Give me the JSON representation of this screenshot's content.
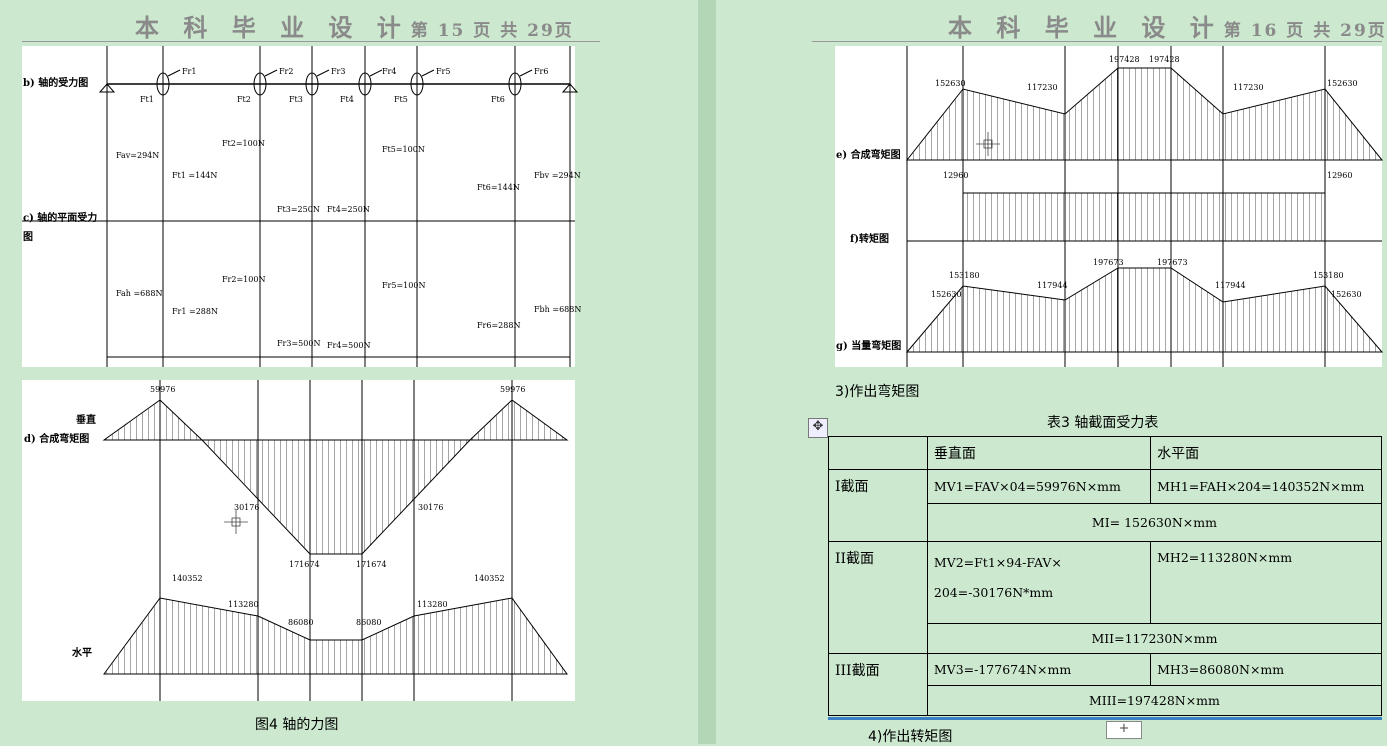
{
  "left_page": {
    "header": {
      "title": "本 科 毕 业 设 计",
      "page_info": "第 15 页 共 29页"
    },
    "fig1": {
      "label_b": "b) 轴的受力图",
      "label_c": "c) 轴的平面受力",
      "label_c2": "图",
      "forces_top": [
        "Fr1",
        "Fr2",
        "Fr3",
        "Fr4",
        "Fr5",
        "Fr6"
      ],
      "forces_t": [
        "Ft1",
        "Ft2",
        "Ft3",
        "Ft4",
        "Ft5",
        "Ft6"
      ],
      "vertical_loads": [
        "Fav=294N",
        "Ft1 =144N",
        "Ft2=100N",
        "Ft3=250N",
        "Ft4=250N",
        "Ft5=100N",
        "Ft6=144N",
        "Fbv =294N"
      ],
      "horizontal_loads": [
        "Fah =688N",
        "Fr1 =288N",
        "Fr2=100N",
        "Fr3=500N",
        "Fr4=500N",
        "Fr5=100N",
        "Fr6=288N",
        "Fbh =688N"
      ]
    },
    "fig2": {
      "label_vertical": "垂直",
      "label_d": "d) 合成弯矩图",
      "label_horizontal": "水平",
      "v_values": [
        "59976",
        "59976",
        "30176",
        "30176",
        "171674",
        "171674"
      ],
      "h_values": [
        "140352",
        "113280",
        "86080",
        "86080",
        "113280",
        "140352"
      ]
    },
    "caption": "图4   轴的力图"
  },
  "right_page": {
    "header": {
      "title": "本 科 毕 业 设 计",
      "page_info": "第 16 页 共 29页"
    },
    "fig3": {
      "label_e": "e) 合成弯矩图",
      "label_f": "f)转矩图",
      "label_g": "g) 当量弯矩图",
      "e_values": [
        "152630",
        "117230",
        "197428",
        "197428",
        "117230",
        "152630"
      ],
      "f_values": [
        "12960",
        "12960"
      ],
      "g_values": [
        "153180",
        "152630",
        "117944",
        "197673",
        "197673",
        "117944",
        "153180",
        "152630"
      ]
    },
    "section_3": "3)作出弯矩图",
    "table_title": "表3  轴截面受力表",
    "table": {
      "headers": [
        "",
        "垂直面",
        "水平面"
      ],
      "rows": [
        {
          "name": "I截面",
          "v": "MV1=FAV×04=59976N×mm",
          "h": "MH1=FAH×204=140352N×mm",
          "total": "MI=  152630N×mm"
        },
        {
          "name": "II截面",
          "v1": "MV2=Ft1×94-FAV×",
          "v2": "204=-30176N*mm",
          "h": "MH2=113280N×mm",
          "total": "MII=117230N×mm"
        },
        {
          "name": "III截面",
          "v": "MV3=-177674N×mm",
          "h": "MH3=86080N×mm",
          "total": "MIII=197428N×mm"
        }
      ]
    },
    "section_4": "4)作出转矩图",
    "add_row_label": "+"
  }
}
